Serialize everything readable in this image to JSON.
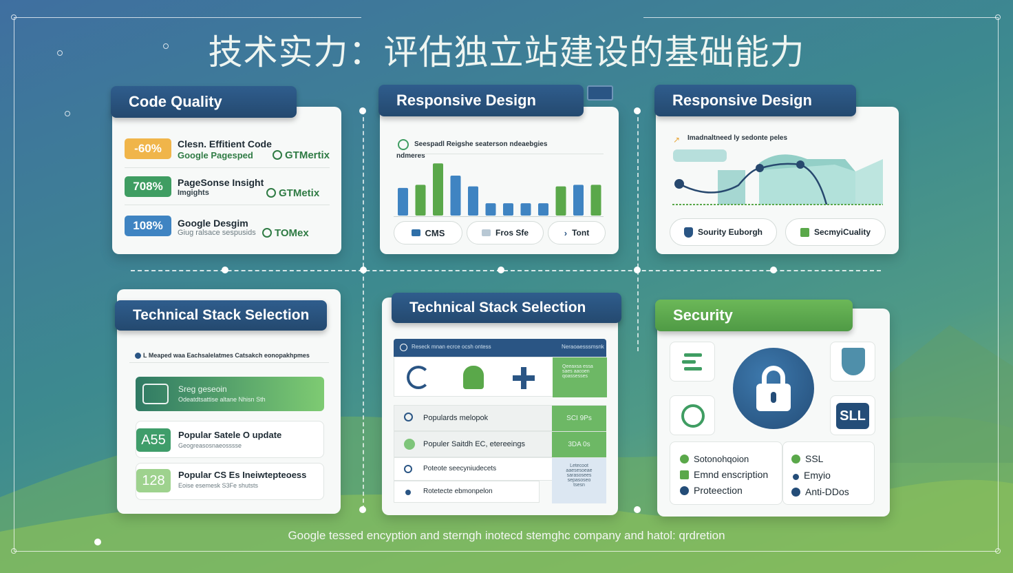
{
  "title": "技术实力：评估独立站建设的基础能力",
  "footer": "Google tessed encyption and sterngh inotecd stemghc company and hatol: qrdretion",
  "colors": {
    "navy": "#2a5584",
    "green": "#5aa84a",
    "bg_teal": "#3d8a8f"
  },
  "card1": {
    "tab": "Code Quality",
    "rows": [
      {
        "pill": "-60%",
        "pill_color": "#f0b54a",
        "line1": "Clesn. Effitient Code",
        "line2": "Google Pagesped",
        "badge": "GTMertix"
      },
      {
        "pill": "708%",
        "pill_color": "#3f9d62",
        "line1": "PageSonse Insight",
        "line2": "Imgights",
        "badge": "GTMetix"
      },
      {
        "pill": "108%",
        "pill_color": "#3f84c2",
        "line1": "Google Desgim",
        "line2": "Giug ralsace sespusids",
        "badge": "TOMex"
      }
    ]
  },
  "card2": {
    "tab": "Responsive Design",
    "caption": "Seespadl Reigshe seaterson ndeaebgies",
    "sub": "ndmeres",
    "chart_data": {
      "type": "bar",
      "values": [
        36,
        40,
        68,
        52,
        38,
        16,
        16,
        16,
        16,
        38,
        40,
        40
      ],
      "colors": [
        "#3f84c2",
        "#5aa84a",
        "#5aa84a",
        "#3f84c2",
        "#3f84c2",
        "#3f84c2",
        "#3f84c2",
        "#3f84c2",
        "#3f84c2",
        "#5aa84a",
        "#3f84c2",
        "#5aa84a"
      ]
    },
    "buttons": [
      {
        "icon": "cms-icon",
        "label": "CMS"
      },
      {
        "icon": "frame-icon",
        "label": "Fros Sfe"
      },
      {
        "icon": "chevron-right-icon",
        "label": "Tont"
      }
    ]
  },
  "card3": {
    "tab": "Responsive Design",
    "caption": "Imadnaltneed ly sedonte peles",
    "buttons": [
      {
        "icon": "shield-icon",
        "label": "Sourity Euborgh"
      },
      {
        "icon": "table-icon",
        "label": "SecmyiCuality"
      }
    ]
  },
  "card4": {
    "tab": "Technical Stack Selection",
    "caption": "L Meaped waa Eachsalelatmes Catsakch eonopakhpmes",
    "rows": [
      {
        "num": "",
        "line1": "Sreg geseoin",
        "line2": "Odeatdtsattise altane Nhisn Sth",
        "highlight": true
      },
      {
        "num": "A55",
        "line1": "Popular Satele O update",
        "line2": "Geogreasosnaeosssse",
        "highlight": false
      },
      {
        "num": "128",
        "line1": "Popular CS Es Ineiwtepteoess",
        "line2": "Eoise esemesk S3Fe shutsts",
        "highlight": false
      }
    ]
  },
  "card5": {
    "tab": "Technical Stack Selection",
    "header_left": "Reseck mnan ecrce ocsh ontess",
    "header_right": "Neraoaesssmsnk",
    "side_note": "Qeeaxsa essa\nsaes aacoen\nqoassesses",
    "rows": [
      {
        "label": "Populards melopok",
        "value": "SCI 9Ps"
      },
      {
        "label": "Populer Saitdh EC, etereeings",
        "value": "3DA 0s"
      },
      {
        "label": "Poteote seecyniudecets",
        "value": "Letecoot\naaesesoeae\nsarasosees\nsepasoseo\ntsesn"
      },
      {
        "label": "Rotetecte ebmonpelon",
        "value": ""
      }
    ]
  },
  "card6": {
    "tab": "Security",
    "features_left": [
      "Sotonohqoion",
      "Emnd enscription",
      "Proteection"
    ],
    "features_right": [
      "SSL",
      "Emyio",
      "Anti-DDos"
    ],
    "ssl_badge": "SLL"
  }
}
